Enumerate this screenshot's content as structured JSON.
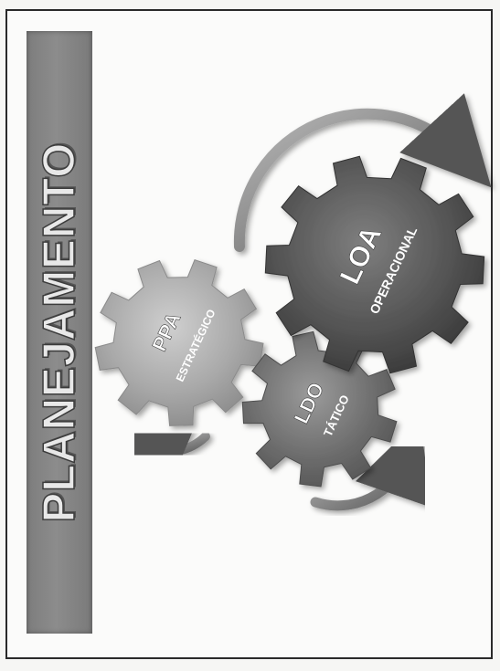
{
  "title": "PLANEJAMENTO",
  "gears": {
    "ppa": {
      "main": "PPA",
      "sub": "ESTRATÉGICO"
    },
    "ldo": {
      "main": "LDO",
      "sub": "TÁTICO"
    },
    "loa": {
      "main": "LOA",
      "sub": "OPERACIONAL"
    }
  }
}
